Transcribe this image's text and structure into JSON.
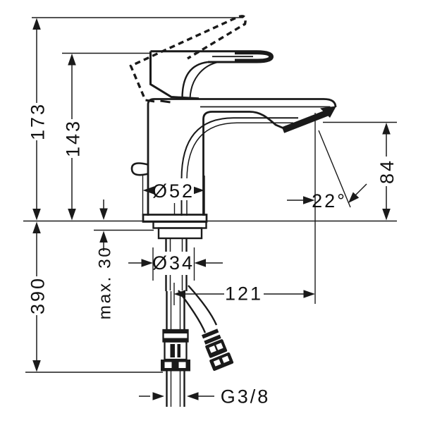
{
  "diagram": {
    "type": "technical-dimension-drawing",
    "subject": "single-lever basin mixer faucet, side elevation with installation dimensions (mm)",
    "labels": {
      "overall_height": "173",
      "handle_height": "143",
      "hose_length": "390",
      "max_deck_thickness": "max. 30",
      "base_diameter": "Ø52",
      "shank_diameter": "Ø34",
      "spout_reach": "121",
      "spout_outlet_height": "84",
      "spout_angle": "22°",
      "thread_size": "G3/8"
    },
    "colors": {
      "line": "#1a1a1a",
      "background": "#ffffff"
    }
  }
}
